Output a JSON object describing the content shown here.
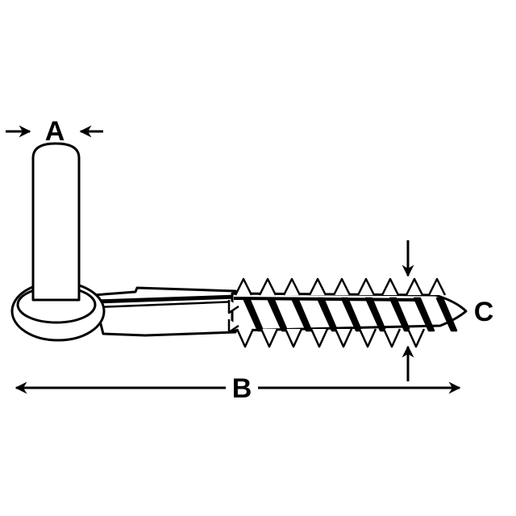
{
  "labels": {
    "a": "A",
    "b": "B",
    "c": "C"
  },
  "colors": {
    "stroke": "#000000",
    "background": "#ffffff"
  },
  "icons": {
    "arrow": "arrowhead-icon"
  }
}
